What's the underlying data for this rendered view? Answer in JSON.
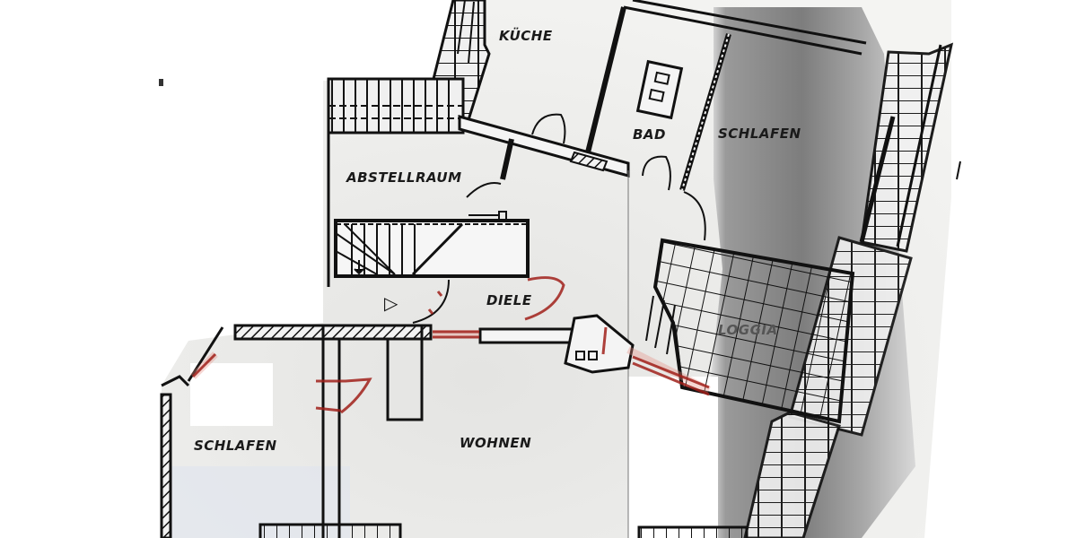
{
  "plan": {
    "type": "floor-plan",
    "rooms": [
      {
        "id": "kueche",
        "label": "KÜCHE"
      },
      {
        "id": "bad",
        "label": "BAD"
      },
      {
        "id": "schlafen_top",
        "label": "SCHLAFEN"
      },
      {
        "id": "abstellraum",
        "label": "ABSTELLRAUM"
      },
      {
        "id": "diele",
        "label": "DIELE"
      },
      {
        "id": "loggia",
        "label": "LOGGIA"
      },
      {
        "id": "schlafen_bottom",
        "label": "SCHLAFEN"
      },
      {
        "id": "wohnen",
        "label": "WOHNEN"
      }
    ],
    "colors": {
      "line": "#111111",
      "paper": "#f2f2f0",
      "shadow": "#8a8a8a",
      "red_annotation": "#a0201a"
    },
    "stair_arrow_symbol": "▷"
  }
}
